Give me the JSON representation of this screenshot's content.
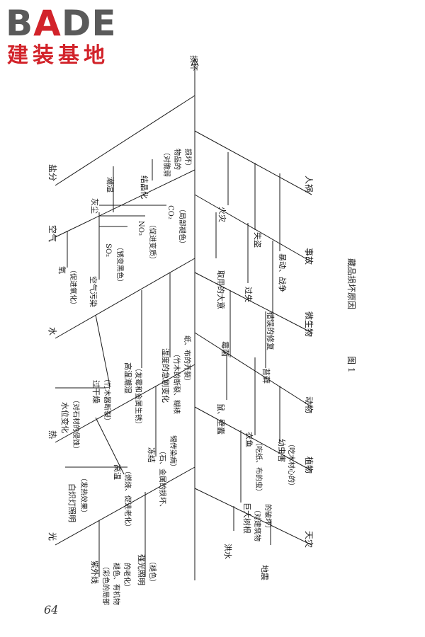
{
  "logo": {
    "brand_prefix": "B",
    "brand_accent": "A",
    "brand_suffix": "DE",
    "subtitle": "建装基地",
    "brand_gray": "#5a5a5a",
    "brand_red": "#d2232a"
  },
  "figure": {
    "number": "图 1",
    "caption": "藏品损坏原因",
    "effect": "损坏",
    "line_color": "#1a1a1a"
  },
  "categories_top": [
    "光",
    "热",
    "水",
    "空气",
    "盐分"
  ],
  "categories_bottom": [
    "天灾",
    "植物",
    "动物",
    "微生物",
    "事故",
    "人祸"
  ],
  "causes": {
    "guang_uv": "紫外线",
    "guang_uv_note1": "（彩色的局部",
    "guang_uv_note2": "褪色、有机物",
    "guang_uv_note3": "的老化）",
    "guang_strong": "强光照明",
    "guang_strong_note": "（褪色）",
    "guang_incand": "白炽灯照明",
    "guang_incand_note": "（发热效果）",
    "re_high": "高温",
    "re_high_note": "（燃烧、促进老化）",
    "re_freeze": "冻结",
    "re_freeze_note1": "（石、金属的损坏、",
    "re_freeze_note2": "锡传染病）",
    "shui_level": "水位变化",
    "shui_level_note": "（对石材的侵蚀）",
    "shui_dry": "过干燥",
    "shui_dry_note": "（竹木器断裂）",
    "shui_humid": "高温潮湿",
    "shui_humid_note": "（发霉和金属生锈）",
    "shui_change": "湿度的急剧变化",
    "shui_change_note1": "（竹木的断裂、糊裱",
    "shui_change_note2": "纸、布的开裂）",
    "kq_oxygen": "氧",
    "kq_oxygen_note": "（促进氧化）",
    "kq_pollution": "空气污染",
    "kq_so2": "SO₂",
    "kq_so2_note": "（锈变黑色）",
    "kq_no2": "NO₂",
    "kq_no2_note": "（促进变质）",
    "kq_co2": "CO₂",
    "kq_co2_note": "（局部褪色）",
    "yan_dust": "灰尘",
    "yan_deliq": "潮湿",
    "yan_cryst": "结晶化",
    "yan_cryst_note1": "（对脆弱",
    "yan_cryst_note2": "物品的",
    "yan_cryst_note3": "损坏）",
    "tz_flood": "洪水",
    "tz_quake": "地震",
    "zw_root": "巨大树根",
    "zw_root_note1": "（对建筑物",
    "zw_root_note2": "的破坏）",
    "dw_rat": "鼠、壁蠹",
    "dw_moth": "衣鱼",
    "dw_moth_note": "（吃纸、布的虫）",
    "dw_larva": "幼虫害",
    "dw_larva_note": "（吃木材心的）",
    "wsw_mold": "霉菌",
    "wsw_moss": "苔藓",
    "sg_careless": "取用的大意",
    "sg_lost": "过失",
    "sg_repair": "错误的修复",
    "rh_fire": "火灾",
    "rh_theft": "失盗",
    "rh_war": "暴动、战争"
  },
  "page_number": "64"
}
